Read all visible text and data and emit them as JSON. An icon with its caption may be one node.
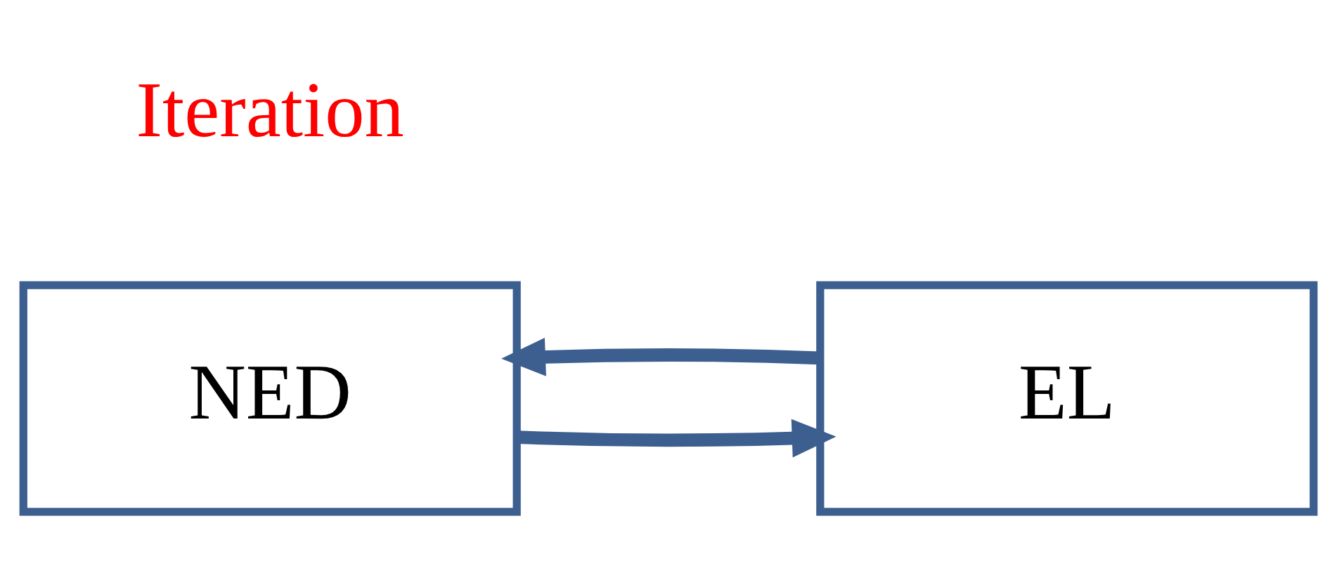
{
  "diagram": {
    "nodes": [
      {
        "text": [
          "NED"
        ]
      },
      {
        "text": [
          "EL"
        ]
      }
    ],
    "edges": [
      {
        "from": 0,
        "to": 1,
        "arrow": "to"
      },
      {
        "from": 1,
        "to": 0,
        "arrow": "to"
      }
    ],
    "labels": [
      "Iteration"
    ]
  }
}
